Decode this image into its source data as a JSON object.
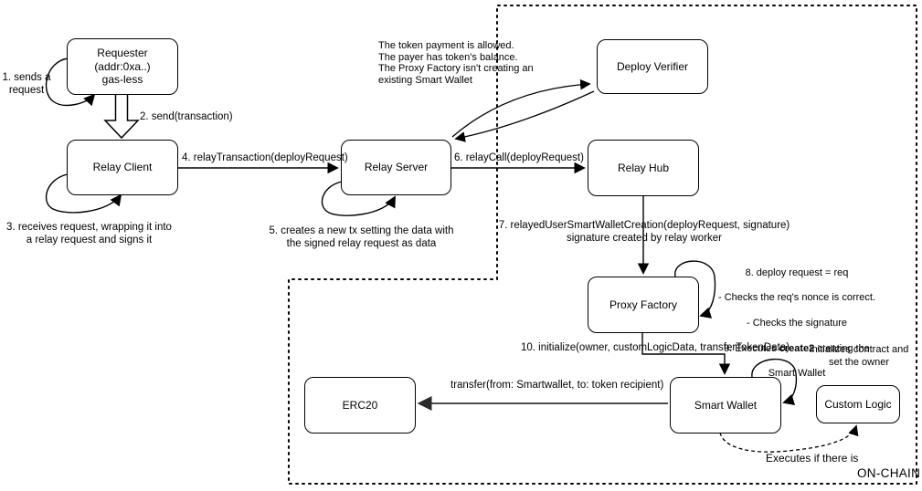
{
  "diagram": {
    "on_chain_label": "ON-CHAIN",
    "nodes": {
      "requester": "Requester\n(addr:0xa..)\ngas-less",
      "relay_client": "Relay Client",
      "relay_server": "Relay Server",
      "deploy_verifier": "Deploy Verifier",
      "relay_hub": "Relay Hub",
      "proxy_factory": "Proxy Factory",
      "smart_wallet": "Smart Wallet",
      "erc20": "ERC20",
      "custom_logic": "Custom Logic"
    },
    "labels": {
      "step1": "1. sends a\nrequest",
      "step2": "2. send(transaction)",
      "step3": "3. receives request, wrapping it into\na relay request and signs it",
      "step4": "4. relayTransaction(deployRequest)",
      "step5": "5. creates a new tx setting the data with\nthe signed relay request as data",
      "step6": "6. relayCall(deployRequest)",
      "step7": "7. relayedUserSmartWalletCreation(deployRequest, signature)\nsignature created by relay worker",
      "verifier_note": "The token payment is allowed.\nThe payer has token's balance.\nThe Proxy Factory isn't creating an\nexisting Smart Wallet",
      "step8_line1": "8. deploy request = req",
      "step8_line2": "- Checks the req's nonce is correct.",
      "step8_line3": "- Checks the signature",
      "step9_pre": "9. Executes ",
      "step9_bold": "create2",
      "step9_post": " creating the",
      "step9_line2": "Smart Wallet",
      "step10": "10. initialize(owner, customLogicData, transferTokenData)",
      "init_note": "Initializes contract and\nset the owner",
      "transfer_label": "transfer(from: Smartwallet, to: token recipient)",
      "executes_note": "Executes if there is"
    },
    "colors": {
      "stroke": "#000000",
      "background": "#ffffff",
      "transfer_arrow": "#4d4d4d"
    }
  }
}
